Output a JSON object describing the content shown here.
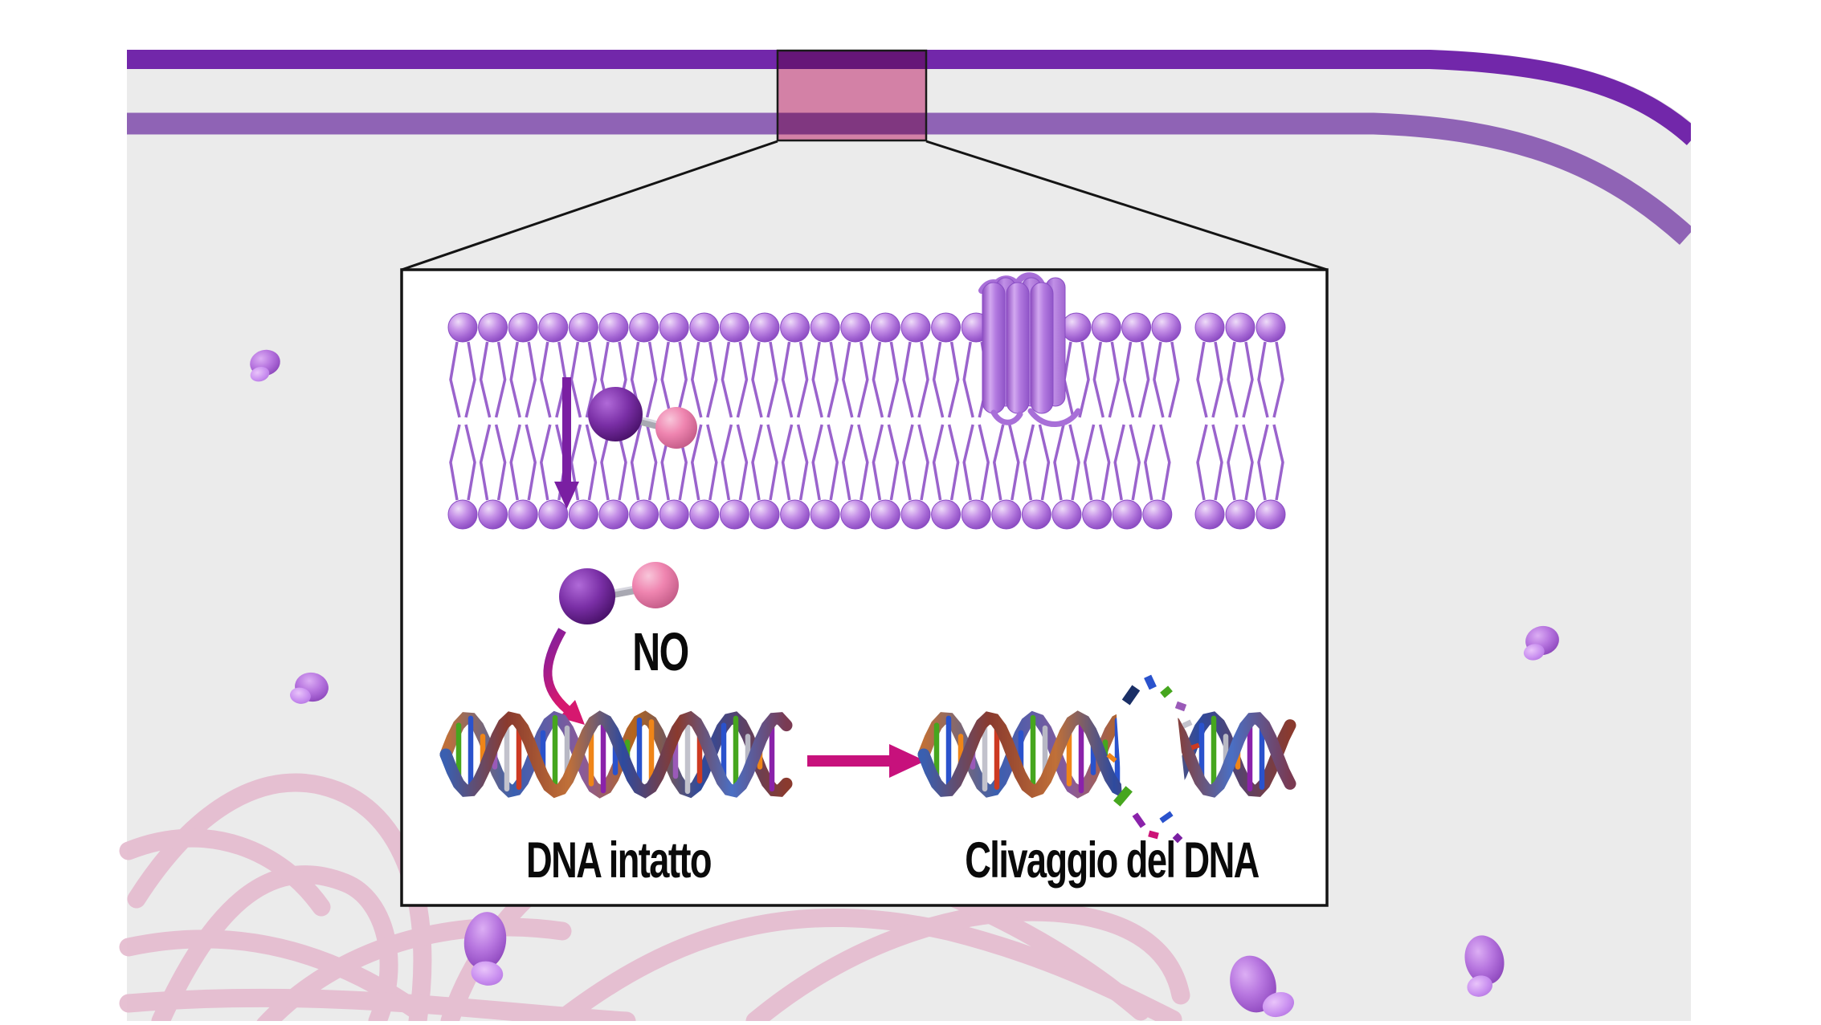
{
  "labels": {
    "no_molecule": "NO",
    "dna_intact": "DNA intatto",
    "dna_cleavage": "Clivaggio del DNA"
  },
  "colors": {
    "background": "#ffffff",
    "cytoplasm": "#ebebeb",
    "membrane_outer_band": "#7227aa",
    "membrane_inner_band": "#8f63b5",
    "zoom_highlight": "#e58cb4",
    "callout_line": "#141414",
    "detail_box_fill": "#ffffff",
    "lipid_head": "#b783e0",
    "lipid_tail": "#9a63cc",
    "protein_channel": "#b07add",
    "nitrogen_sphere": "#7a2fa6",
    "oxygen_sphere": "#ef85b0",
    "bond": "#a8a8b2",
    "arrow_membrane": "#7a1fa2",
    "arrow_curved_start": "#7a1fa2",
    "arrow_curved_end": "#d6186f",
    "arrow_dna": "#c7117c",
    "label_text": "#0a0a0a",
    "organelle": "#b06ad4",
    "chromatin_strand": "#e5bdd0",
    "dna_bar_colors": [
      "#46a61e",
      "#2a52cc",
      "#ef8518",
      "#9a5ab8",
      "#c2c2cc",
      "#cc3a22",
      "#2a52cc",
      "#46a61e",
      "#b8b8c4",
      "#ef8518",
      "#8a22aa",
      "#2a52cc"
    ]
  }
}
